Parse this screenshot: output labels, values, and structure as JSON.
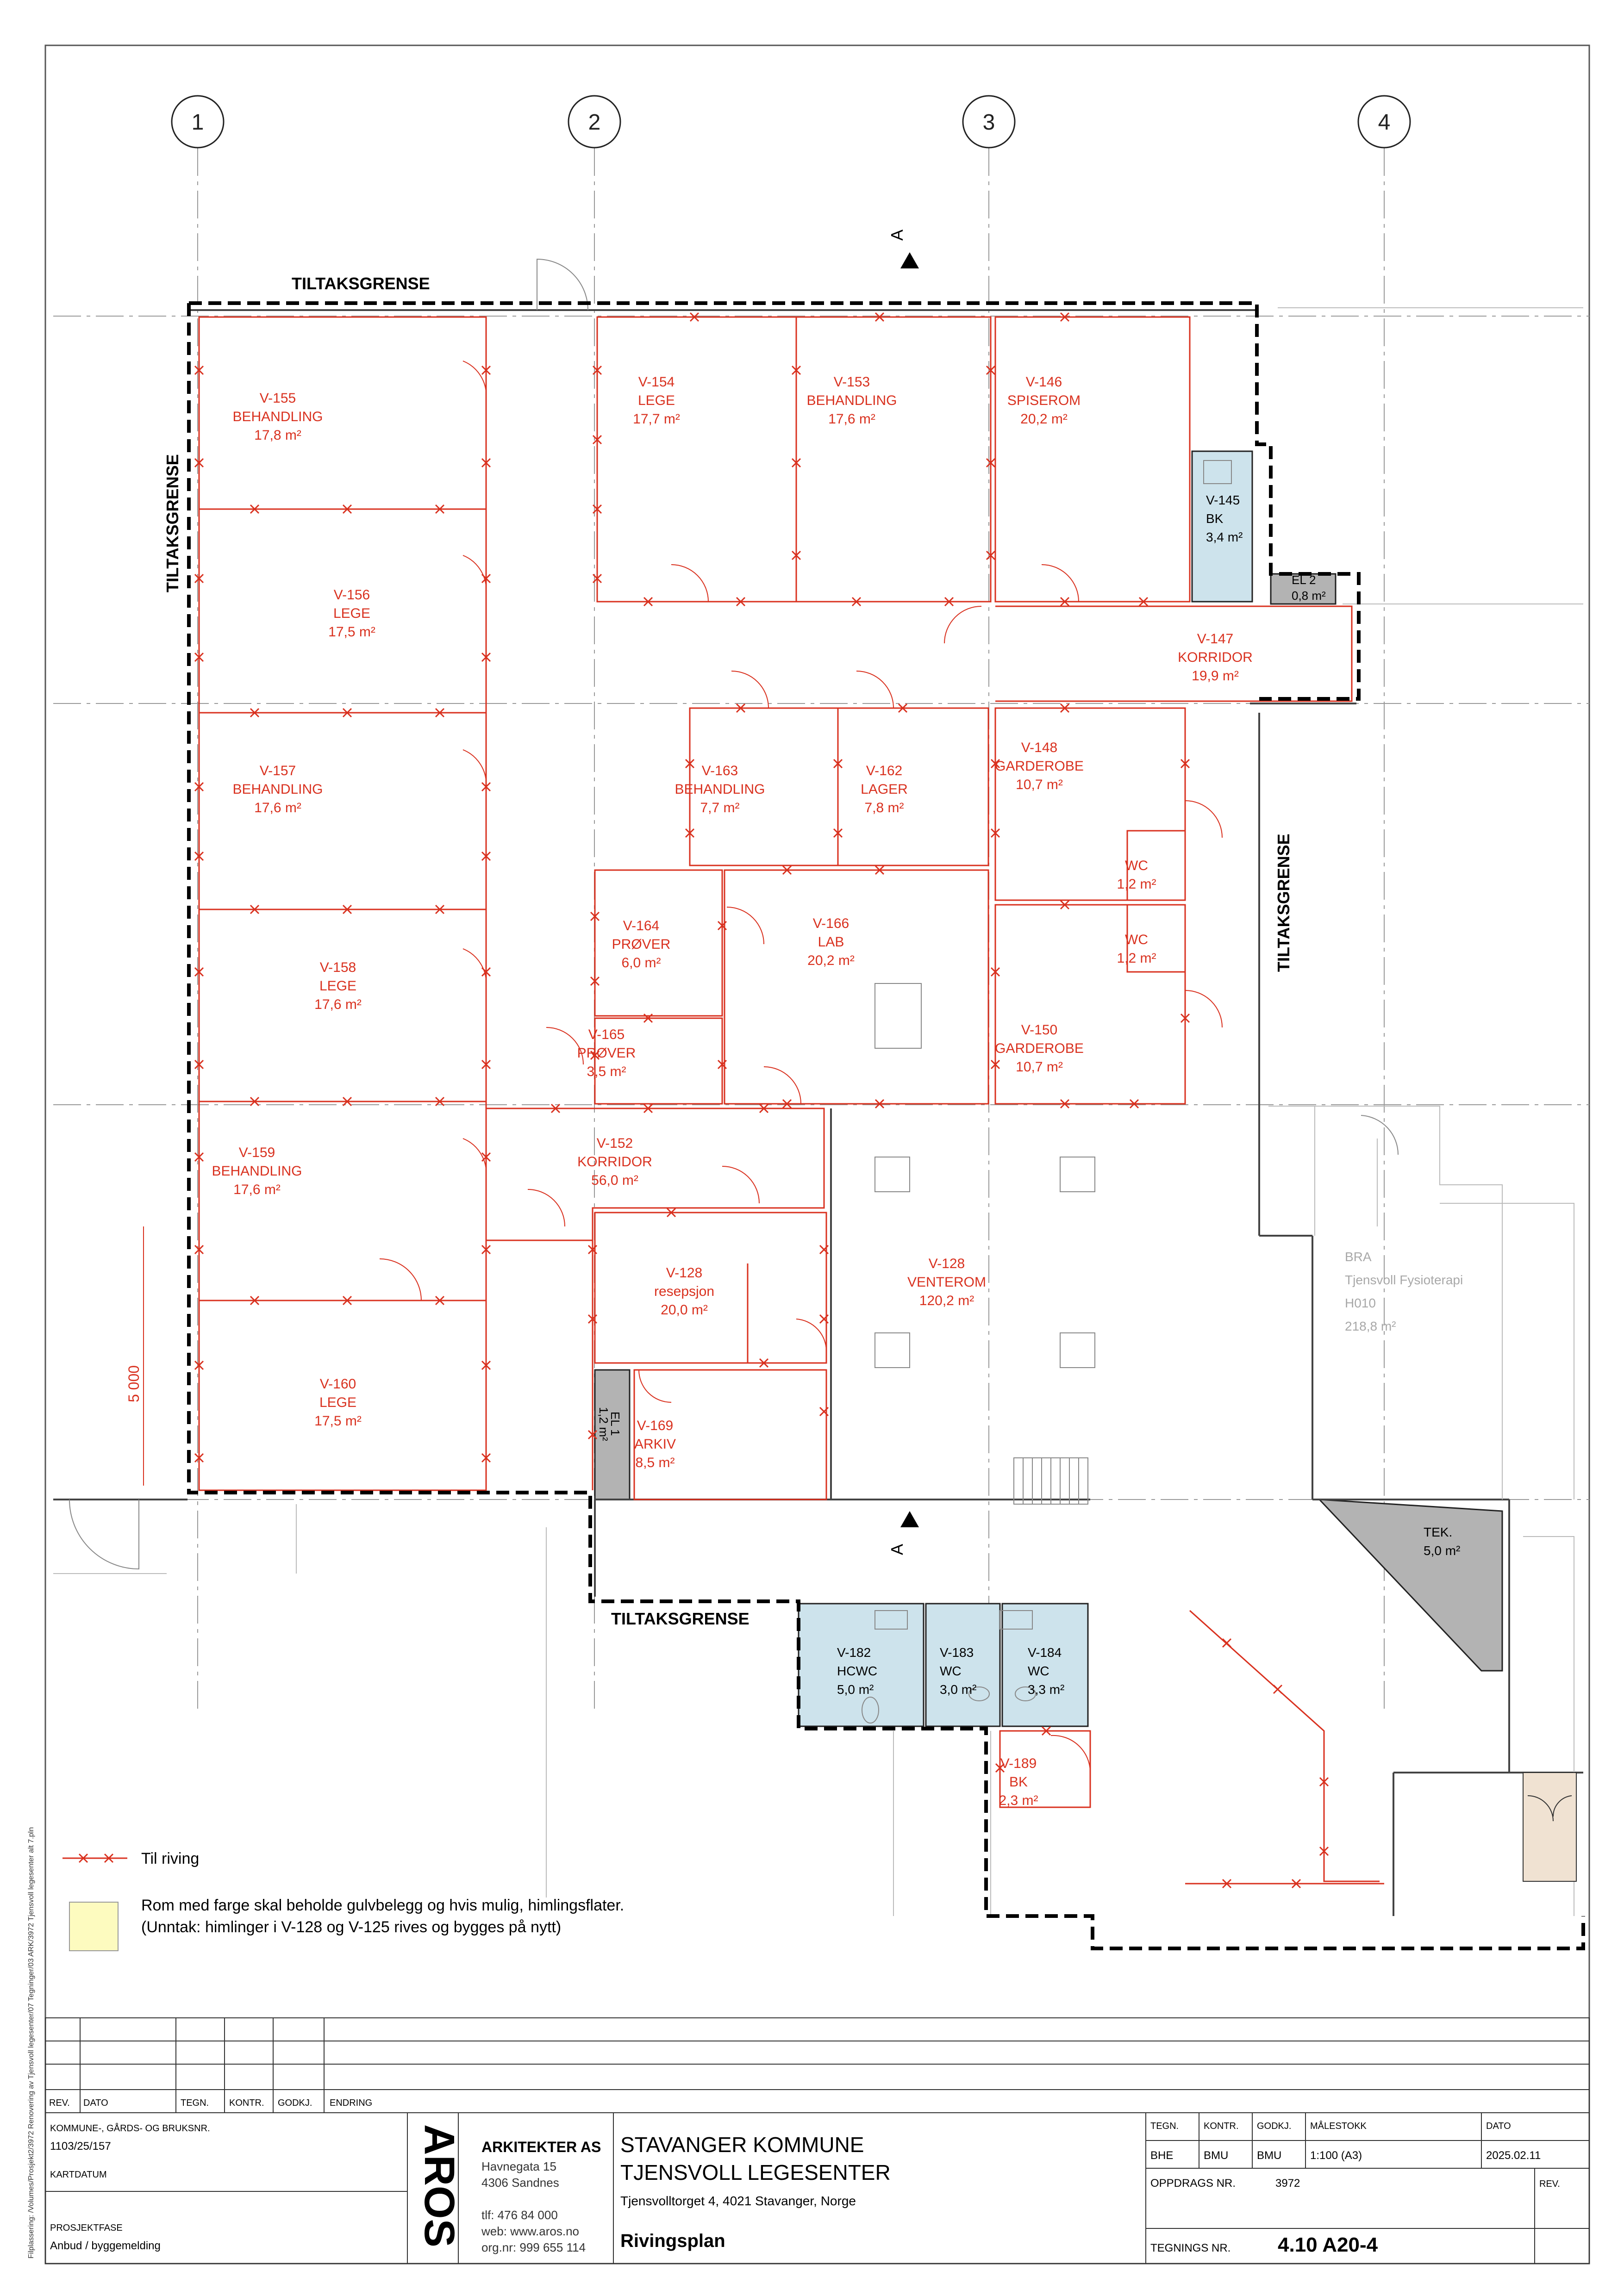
{
  "grid": {
    "axes": [
      {
        "label": "1"
      },
      {
        "label": "2"
      },
      {
        "label": "3"
      },
      {
        "label": "4"
      }
    ],
    "section_label": "A",
    "dimension": "5 000"
  },
  "boundary_label": "TILTAKSGRENSE",
  "rooms": [
    {
      "id": "V-155",
      "name": "BEHANDLING",
      "area": "17,8 m²"
    },
    {
      "id": "V-156",
      "name": "LEGE",
      "area": "17,5 m²"
    },
    {
      "id": "V-157",
      "name": "BEHANDLING",
      "area": "17,6 m²"
    },
    {
      "id": "V-158",
      "name": "LEGE",
      "area": "17,6 m²"
    },
    {
      "id": "V-159",
      "name": "BEHANDLING",
      "area": "17,6 m²"
    },
    {
      "id": "V-160",
      "name": "LEGE",
      "area": "17,5 m²"
    },
    {
      "id": "V-154",
      "name": "LEGE",
      "area": "17,7 m²"
    },
    {
      "id": "V-153",
      "name": "BEHANDLING",
      "area": "17,6 m²"
    },
    {
      "id": "V-146",
      "name": "SPISEROM",
      "area": "20,2 m²"
    },
    {
      "id": "V-147",
      "name": "KORRIDOR",
      "area": "19,9 m²"
    },
    {
      "id": "V-163",
      "name": "BEHANDLING",
      "area": "7,7 m²"
    },
    {
      "id": "V-162",
      "name": "LAGER",
      "area": "7,8 m²"
    },
    {
      "id": "V-148",
      "name": "GARDEROBE",
      "area": "10,7 m²"
    },
    {
      "id": "V-164",
      "name": "PRØVER",
      "area": "6,0 m²"
    },
    {
      "id": "V-166",
      "name": "LAB",
      "area": "20,2 m²"
    },
    {
      "id": "V-165",
      "name": "PRØVER",
      "area": "3,5 m²"
    },
    {
      "id": "V-150",
      "name": "GARDEROBE",
      "area": "10,7 m²"
    },
    {
      "id": "",
      "name": "WC",
      "area": "1,2 m²"
    },
    {
      "id": "",
      "name": "WC",
      "area": "1,2 m²"
    },
    {
      "id": "V-152",
      "name": "KORRIDOR",
      "area": "56,0 m²"
    },
    {
      "id": "V-128",
      "name": "resepsjon",
      "area": "20,0 m²"
    },
    {
      "id": "V-128",
      "name": "VENTEROM",
      "area": "120,2 m²"
    },
    {
      "id": "V-169",
      "name": "ARKIV",
      "area": "8,5 m²"
    },
    {
      "id": "V-189",
      "name": "BK",
      "area": "2,3 m²"
    }
  ],
  "kept_rooms": [
    {
      "id": "V-145",
      "name": "BK",
      "area": "3,4 m²"
    },
    {
      "id": "V-182",
      "name": "HCWC",
      "area": "5,0 m²"
    },
    {
      "id": "V-183",
      "name": "WC",
      "area": "3,0 m²"
    },
    {
      "id": "V-184",
      "name": "WC",
      "area": "3,3 m²"
    }
  ],
  "grey_rooms": [
    {
      "id": "EL 2",
      "area": "0,8 m²"
    },
    {
      "id": "EL 1",
      "area": "1,2 m²"
    },
    {
      "id": "TEK.",
      "area": "5,0 m²"
    }
  ],
  "neighbour": {
    "lines": [
      "BRA",
      "Tjensvoll Fysioterapi",
      "H010",
      "218,8 m²"
    ]
  },
  "legend": {
    "demolition": "Til riving",
    "kept_line1": "Rom med farge skal beholde gulvbelegg og hvis mulig, himlingsflater.",
    "kept_line2": "(Unntak: himlinger i V-128 og V-125 rives og bygges på nytt)"
  },
  "side_note": "Filplassering: /Volumes/Prosjekt2/3972 Renovering av Tjensvoll legesenter/07 Tegninger/03 ARK/3972 Tjensvoll legesenter alt 7.pln",
  "revision_table": {
    "headers": [
      "REV.",
      "DATO",
      "TEGN.",
      "KONTR.",
      "GODKJ.",
      "ENDRING"
    ]
  },
  "title_block": {
    "kommune_label": "KOMMUNE-, GÅRDS- OG BRUKSNR.",
    "kommune_value": "1103/25/157",
    "kartdatum_label": "KARTDATUM",
    "prosjektfase_label": "PROSJEKTFASE",
    "prosjektfase_value": "Anbud / byggemelding",
    "logo": "AROS",
    "firm": "ARKITEKTER AS",
    "address1": "Havnegata 15",
    "address2": "4306 Sandnes",
    "phone": "tlf: 476 84 000",
    "web": "web: www.aros.no",
    "org": "org.nr: 999 655 114",
    "client": "STAVANGER KOMMUNE",
    "project": "TJENSVOLL LEGESENTER",
    "project_address": "Tjensvolltorget 4, 4021  Stavanger, Norge",
    "drawing_title": "Rivingsplan",
    "col_headers": [
      "TEGN.",
      "KONTR.",
      "GODKJ.",
      "MÅLESTOKK",
      "DATO"
    ],
    "col_values": [
      "BHE",
      "BMU",
      "BMU",
      "1:100 (A3)",
      "2025.02.11"
    ],
    "oppdrag_label": "OPPDRAGS NR.",
    "oppdrag_value": "3972",
    "rev_label": "REV.",
    "tegnings_label": "TEGNINGS NR.",
    "tegnings_value": "4.10 A20-4"
  },
  "colors": {
    "demolition": "#d9311f",
    "kept_room": "#cde3ec",
    "grey_room": "#b3b3b3",
    "legend_swatch": "#fdfbbf",
    "neighbour_text": "#a8a8a8"
  }
}
